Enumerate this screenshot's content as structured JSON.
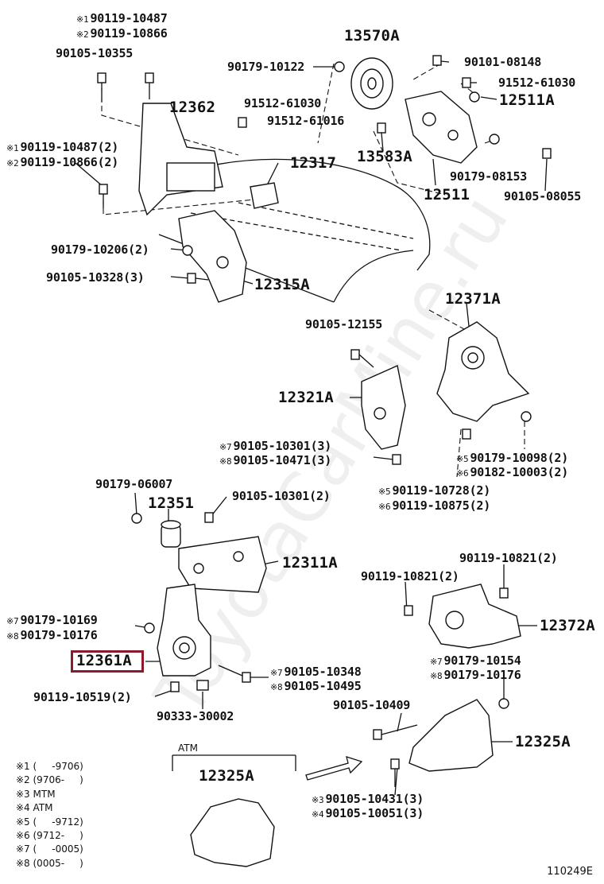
{
  "watermark": "ToyotaCarMine.ru",
  "diagram_code": "110249E",
  "atm_label": "ATM",
  "highlight_part": "12361A",
  "labels": {
    "l1": {
      "mark": "※1",
      "text": "90119-10487"
    },
    "l2": {
      "mark": "※2",
      "text": "90119-10866"
    },
    "l3": {
      "text": "90105-10355"
    },
    "l4": {
      "text": "13570A"
    },
    "l5": {
      "text": "90179-10122"
    },
    "l6": {
      "text": "90101-08148"
    },
    "l7": {
      "text": "91512-61030"
    },
    "l8": {
      "text": "12511A"
    },
    "l9": {
      "text": "12362"
    },
    "l10": {
      "text": "91512-61030"
    },
    "l11": {
      "text": "91512-61016"
    },
    "l12": {
      "text": "13583A"
    },
    "l13": {
      "mark": "※1",
      "text": "90119-10487(2)"
    },
    "l14": {
      "mark": "※2",
      "text": "90119-10866(2)"
    },
    "l15": {
      "text": "12317"
    },
    "l16": {
      "text": "90179-08153"
    },
    "l17": {
      "text": "12511"
    },
    "l18": {
      "text": "90105-08055"
    },
    "l19": {
      "text": "90179-10206(2)"
    },
    "l20": {
      "text": "90105-10328(3)"
    },
    "l21": {
      "text": "12315A"
    },
    "l22": {
      "text": "12371A"
    },
    "l23": {
      "text": "90105-12155"
    },
    "l24": {
      "text": "12321A"
    },
    "l25": {
      "mark": "※7",
      "text": "90105-10301(3)"
    },
    "l26": {
      "mark": "※8",
      "text": "90105-10471(3)"
    },
    "l27": {
      "mark": "※5",
      "text": "90179-10098(2)"
    },
    "l28": {
      "mark": "※6",
      "text": "90182-10003(2)"
    },
    "l29": {
      "mark": "※5",
      "text": "90119-10728(2)"
    },
    "l30": {
      "mark": "※6",
      "text": "90119-10875(2)"
    },
    "l31": {
      "text": "90179-06007"
    },
    "l32": {
      "text": "12351"
    },
    "l33": {
      "text": "90105-10301(2)"
    },
    "l34": {
      "text": "12311A"
    },
    "l35": {
      "text": "90119-10821(2)"
    },
    "l36": {
      "text": "90119-10821(2)"
    },
    "l37": {
      "mark": "※7",
      "text": "90179-10169"
    },
    "l38": {
      "mark": "※8",
      "text": "90179-10176"
    },
    "l39": {
      "text": "12372A"
    },
    "l40": {
      "text": "12361A"
    },
    "l41": {
      "mark": "※7",
      "text": "90105-10348"
    },
    "l42": {
      "mark": "※8",
      "text": "90105-10495"
    },
    "l43": {
      "mark": "※7",
      "text": "90179-10154"
    },
    "l44": {
      "mark": "※8",
      "text": "90179-10176"
    },
    "l45": {
      "text": "90119-10519(2)"
    },
    "l46": {
      "text": "90333-30002"
    },
    "l47": {
      "text": "90105-10409"
    },
    "l48": {
      "text": "12325A"
    },
    "l49": {
      "text": "12325A"
    },
    "l50": {
      "mark": "※3",
      "text": "90105-10431(3)"
    },
    "l51": {
      "mark": "※4",
      "text": "90105-10051(3)"
    }
  },
  "legend": [
    "※1 (     -9706)",
    "※2 (9706-     )",
    "※3 MTM",
    "※4 ATM",
    "※5 (     -9712)",
    "※6 (9712-     )",
    "※7 (     -0005)",
    "※8 (0005-     )"
  ]
}
